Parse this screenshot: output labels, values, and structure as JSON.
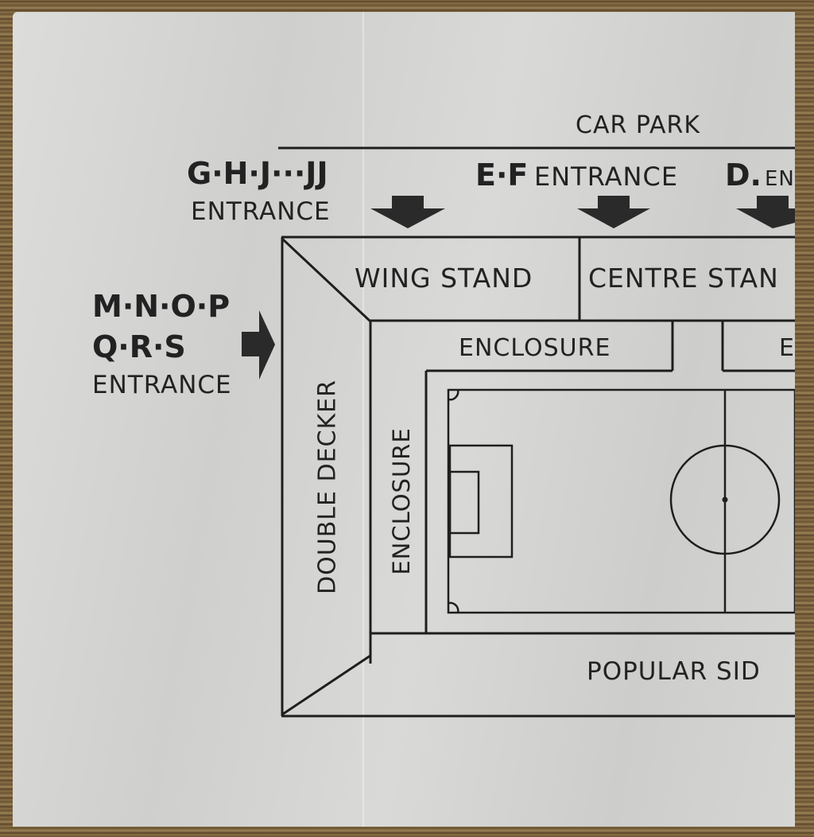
{
  "ticket_map": {
    "car_park": "CAR PARK",
    "entrances": {
      "ghj": {
        "letters": "G·H·J···JJ",
        "label": "ENTRANCE"
      },
      "ef": {
        "letters": "E·F",
        "label": "ENTRANCE"
      },
      "d": {
        "letters": "D.",
        "label": "EN"
      },
      "mnop": {
        "letters_line1": "M·N·O·P",
        "letters_line2": "Q·R·S",
        "label": "ENTRANCE"
      }
    },
    "stands": {
      "wing_stand": "WING STAND",
      "centre_stand": "CENTRE STAN",
      "enclosure_top": "ENCLOSURE",
      "enclosure_top_right": "E",
      "double_decker": "DOUBLE DECKER",
      "enclosure_left": "ENCLOSURE",
      "popular_side": "POPULAR SID"
    }
  },
  "colors": {
    "paper": "#d7d8d6",
    "ink": "#1e1e1e",
    "background": "#7a6040"
  }
}
